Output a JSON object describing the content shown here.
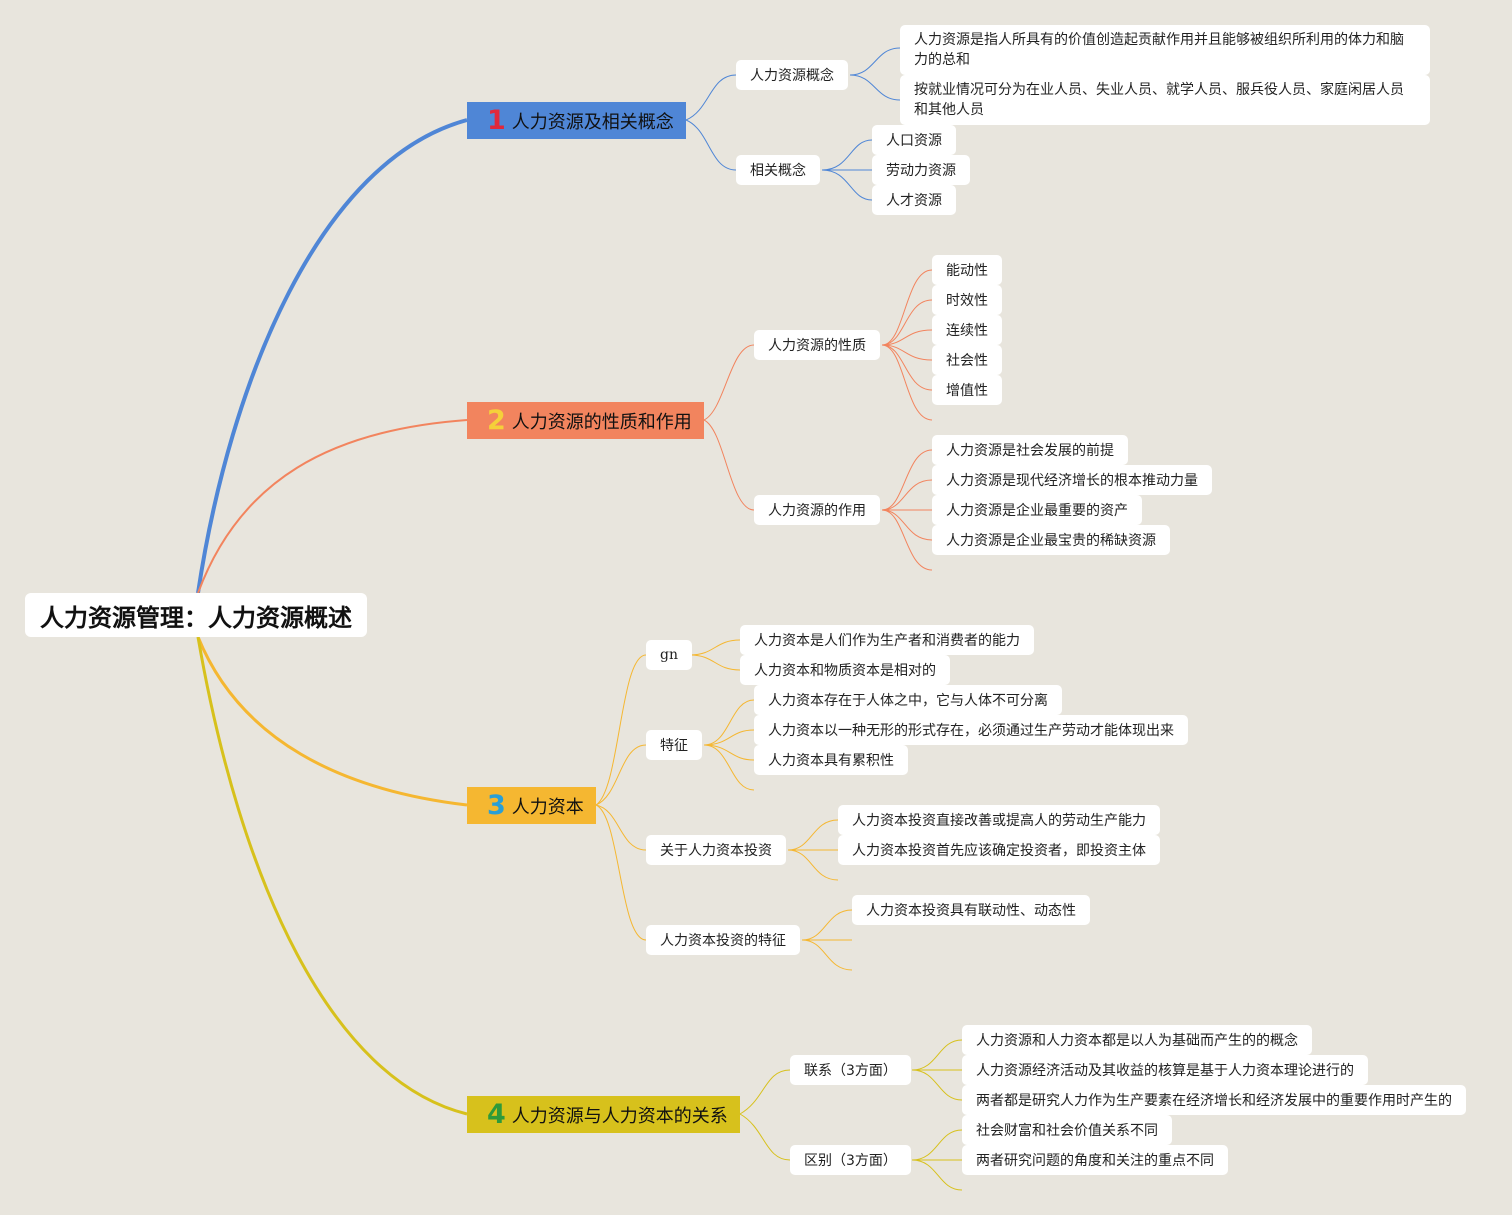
{
  "root": "人力资源管理：人力资源概述",
  "branches": [
    {
      "num": "1",
      "label": "人力资源及相关概念",
      "color": "#4f86d6",
      "num_color": "#e0283c",
      "subs": [
        {
          "label": "人力资源概念",
          "leaves": [
            "人力资源是指人所具有的价值创造起贡献作用并且能够被组织所利用的体力和脑力的总和",
            "按就业情况可分为在业人员、失业人员、就学人员、服兵役人员、家庭闲居人员和其他人员"
          ]
        },
        {
          "label": "相关概念",
          "leaves": [
            "人口资源",
            "劳动力资源",
            "人才资源"
          ]
        }
      ]
    },
    {
      "num": "2",
      "label": "人力资源的性质和作用",
      "color": "#f2845e",
      "num_color": "#f5d03a",
      "subs": [
        {
          "label": "人力资源的性质",
          "leaves": [
            "能动性",
            "时效性",
            "连续性",
            "社会性",
            "增值性"
          ]
        },
        {
          "label": "人力资源的作用",
          "leaves": [
            "人力资源是社会发展的前提",
            "人力资源是现代经济增长的根本推动力量",
            "人力资源是企业最重要的资产",
            "人力资源是企业最宝贵的稀缺资源"
          ]
        }
      ]
    },
    {
      "num": "3",
      "label": "人力资本",
      "color": "#f5b731",
      "num_color": "#2a9fd6",
      "subs": [
        {
          "label": "gn",
          "leaves": [
            "人力资本是人们作为生产者和消费者的能力",
            "人力资本和物质资本是相对的"
          ]
        },
        {
          "label": "特征",
          "leaves": [
            "人力资本存在于人体之中，它与人体不可分离",
            "人力资本以一种无形的形式存在，必须通过生产劳动才能体现出来",
            "人力资本具有累积性"
          ]
        },
        {
          "label": "关于人力资本投资",
          "leaves": [
            "人力资本投资直接改善或提高人的劳动生产能力",
            "人力资本投资首先应该确定投资者，即投资主体"
          ]
        },
        {
          "label": "人力资本投资的特征",
          "leaves": [
            "人力资本投资具有联动性、动态性"
          ]
        }
      ]
    },
    {
      "num": "4",
      "label": "人力资源与人力资本的关系",
      "color": "#d7c11c",
      "num_color": "#2e9a3a",
      "subs": [
        {
          "label": "联系（3方面）",
          "leaves": [
            "人力资源和人力资本都是以人为基础而产生的的概念",
            "人力资源经济活动及其收益的核算是基于人力资本理论进行的",
            "两者都是研究人力作为生产要素在经济增长和经济发展中的重要作用时产生的"
          ]
        },
        {
          "label": "区别（3方面）",
          "leaves": [
            "社会财富和社会价值关系不同",
            "两者研究问题的角度和关注的重点不同"
          ]
        }
      ]
    }
  ]
}
